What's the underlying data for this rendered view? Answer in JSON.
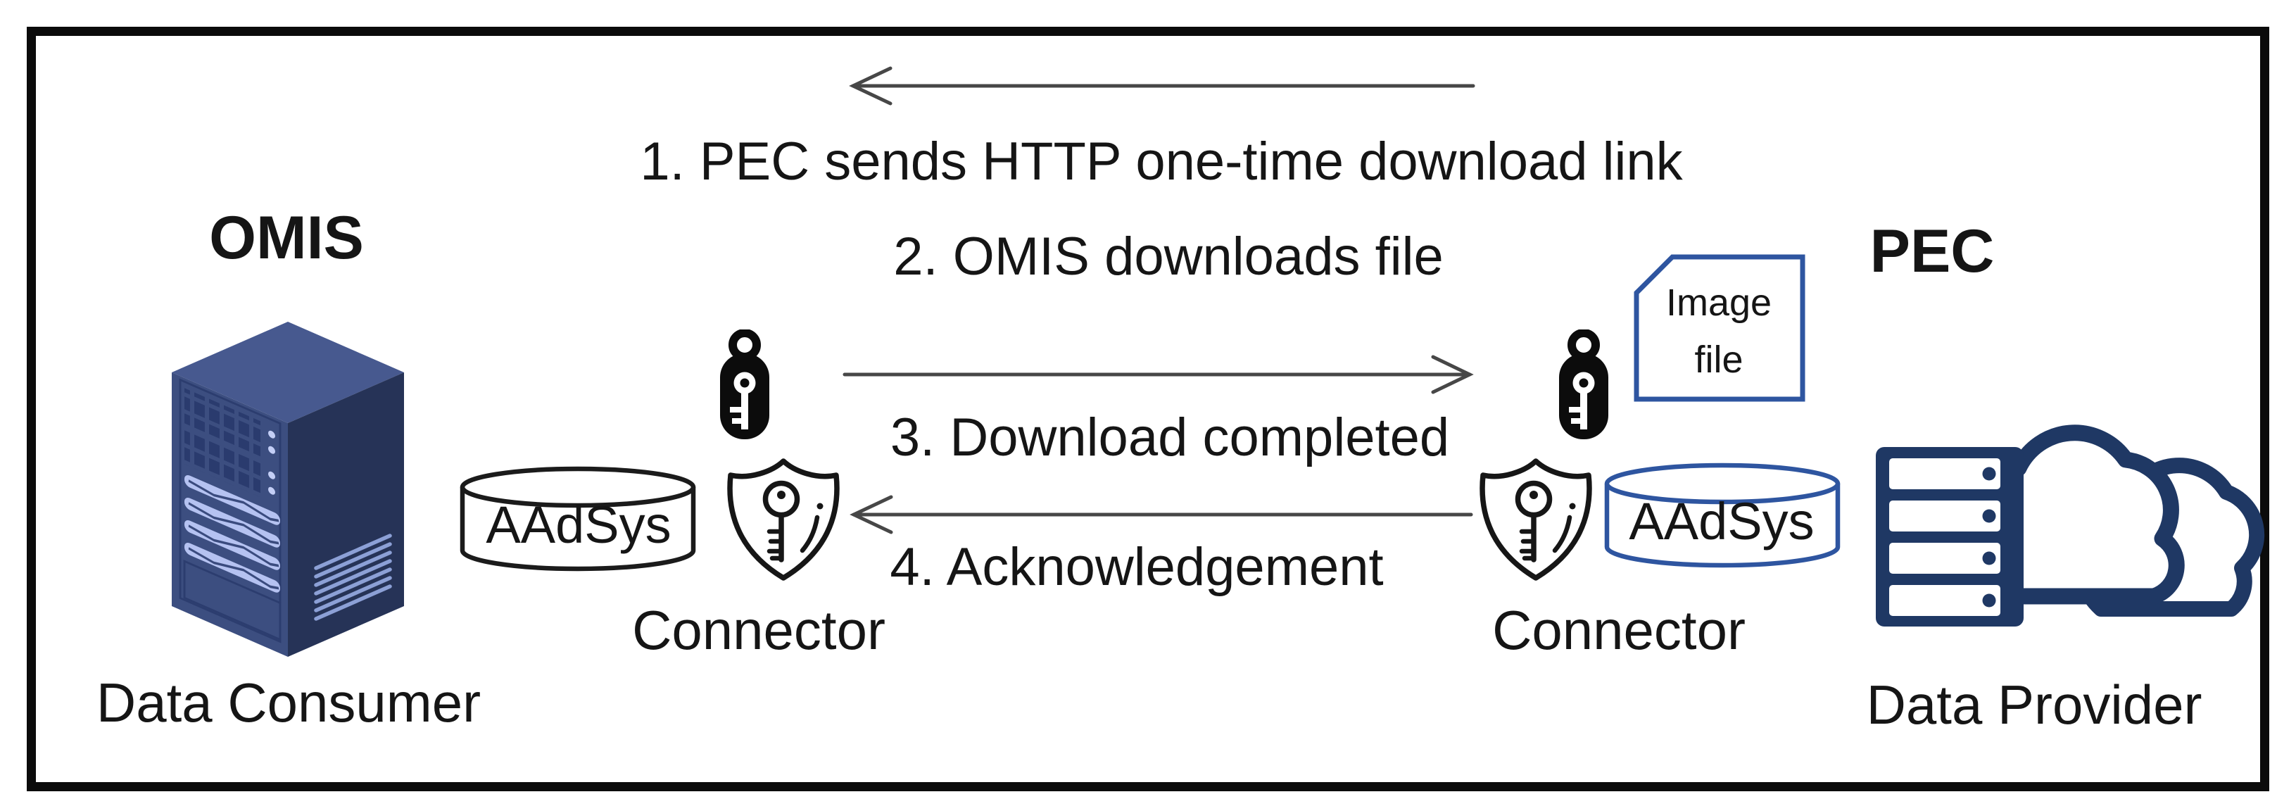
{
  "diagram": {
    "left_system": {
      "title": "OMIS",
      "role": "Data Consumer",
      "database_label": "AAdSys",
      "connector_label": "Connector",
      "system_icon": "server-tower-icon",
      "credential_icon": "key-icon",
      "connector_icon": "shield-key-icon"
    },
    "right_system": {
      "title": "PEC",
      "role": "Data Provider",
      "database_label": "AAdSys",
      "connector_label": "Connector",
      "document_label": "Image file",
      "system_icon": "cloud-server-icon",
      "credential_icon": "key-icon",
      "connector_icon": "shield-key-icon"
    },
    "messages": [
      {
        "label": "1. PEC sends HTTP one-time download link",
        "direction": "right-to-left"
      },
      {
        "label": "2. OMIS downloads file",
        "direction": "none"
      },
      {
        "label": "3. Download completed",
        "direction": "left-to-right"
      },
      {
        "label": "4. Acknowledgement",
        "direction": "right-to-left"
      }
    ],
    "colors": {
      "frame_border": "#0b0b0b",
      "text": "#151515",
      "arrow": "#474747",
      "navy_icon": "#1F3864",
      "blue_outline": "#2E55A0",
      "black_outline": "#161616",
      "tower_top_face": "#47598F",
      "tower_front_face": "#3C4E80",
      "tower_side_face": "#263357",
      "tower_slats": "#B5C2F1"
    }
  }
}
